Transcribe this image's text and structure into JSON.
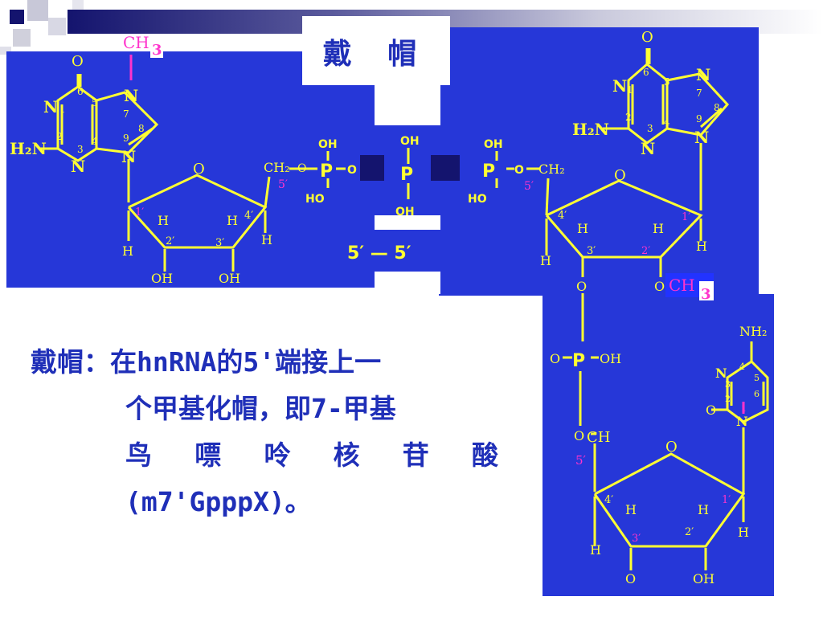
{
  "title": "戴  帽",
  "linkage_label": "5′ — 5′",
  "body": {
    "line1": "戴帽：在hnRNA的5'端接上一",
    "line2": "个甲基化帽，即7-甲基",
    "line3_chars": [
      "鸟",
      "嘌",
      "呤",
      "核",
      "苷",
      "酸"
    ],
    "line4": "(m7'GpppX)。"
  },
  "labels": {
    "ch3": "CH",
    "three": "3",
    "p": "P",
    "oh": "OH",
    "ho": "HO",
    "o": "O",
    "n": "N",
    "h": "H",
    "h2n": "H₂N",
    "nh2": "NH₂",
    "ch2": "CH₂",
    "ch": "CH",
    "five_prime": "5′",
    "four_prime": "4′",
    "three_prime": "3′",
    "two_prime": "2′",
    "one_prime": "1′"
  },
  "colors": {
    "panel": "#2637d8",
    "bond": "#ffff33",
    "accent": "#ff33cc",
    "title": "#1f2fb8",
    "decor_dark": "#14146e"
  }
}
